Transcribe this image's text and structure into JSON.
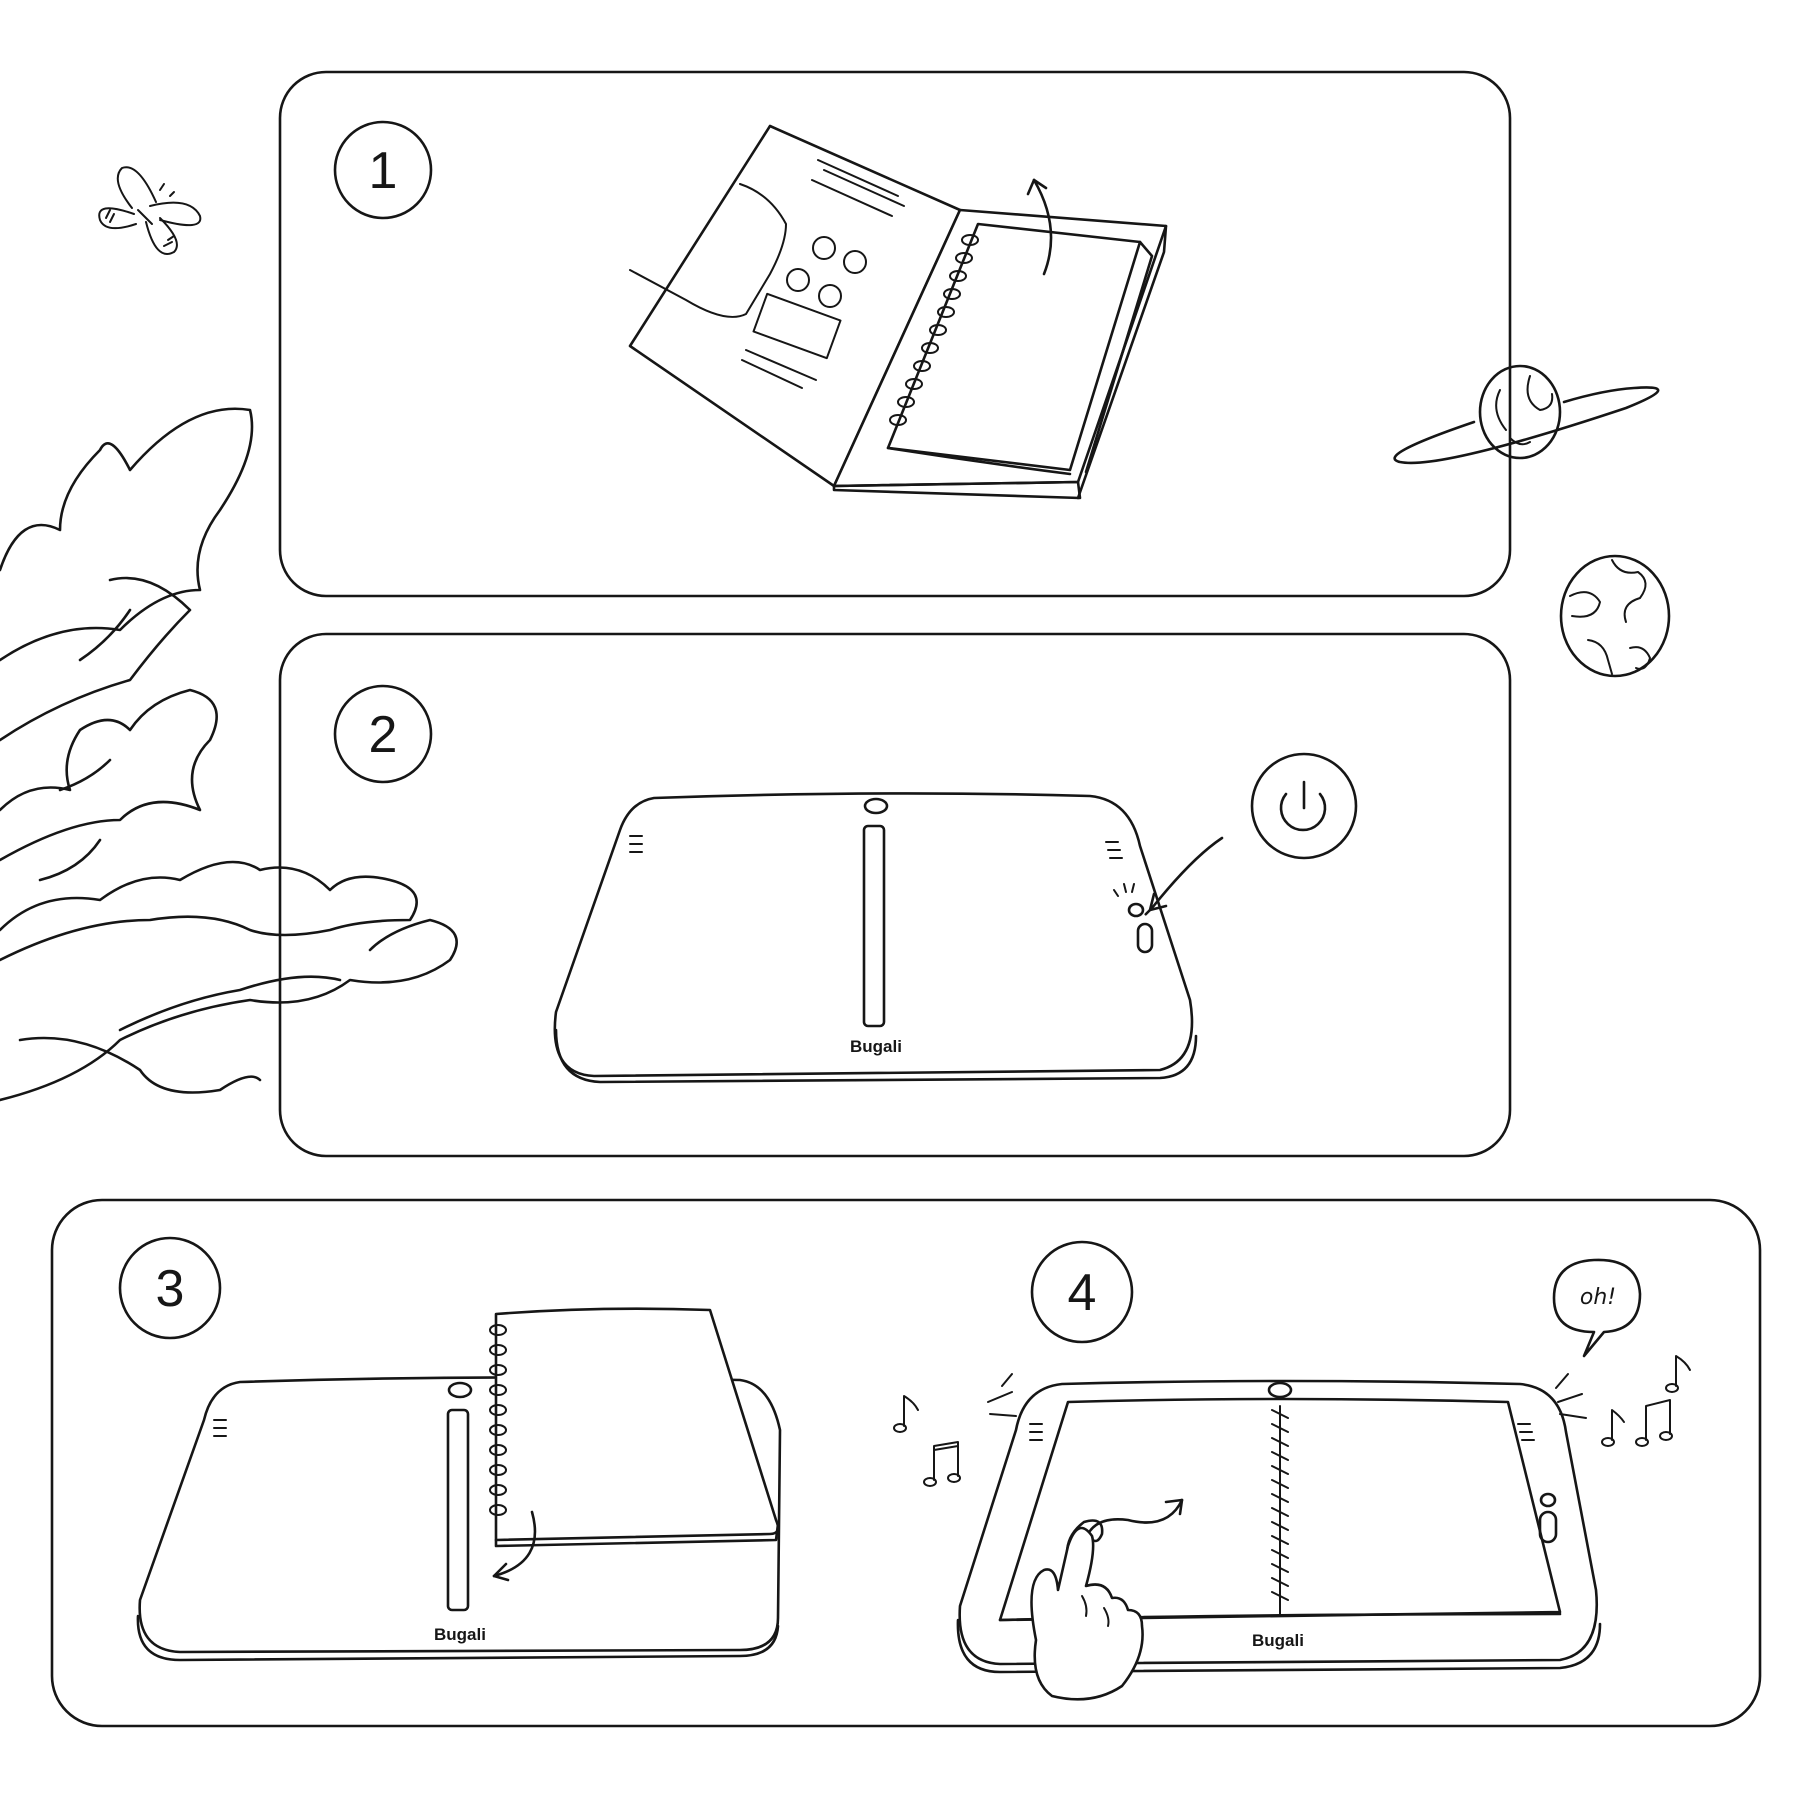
{
  "steps": [
    {
      "number": "1"
    },
    {
      "number": "2"
    },
    {
      "number": "3"
    },
    {
      "number": "4"
    }
  ],
  "brand": "Bugali",
  "speech_bubble": "oh!"
}
